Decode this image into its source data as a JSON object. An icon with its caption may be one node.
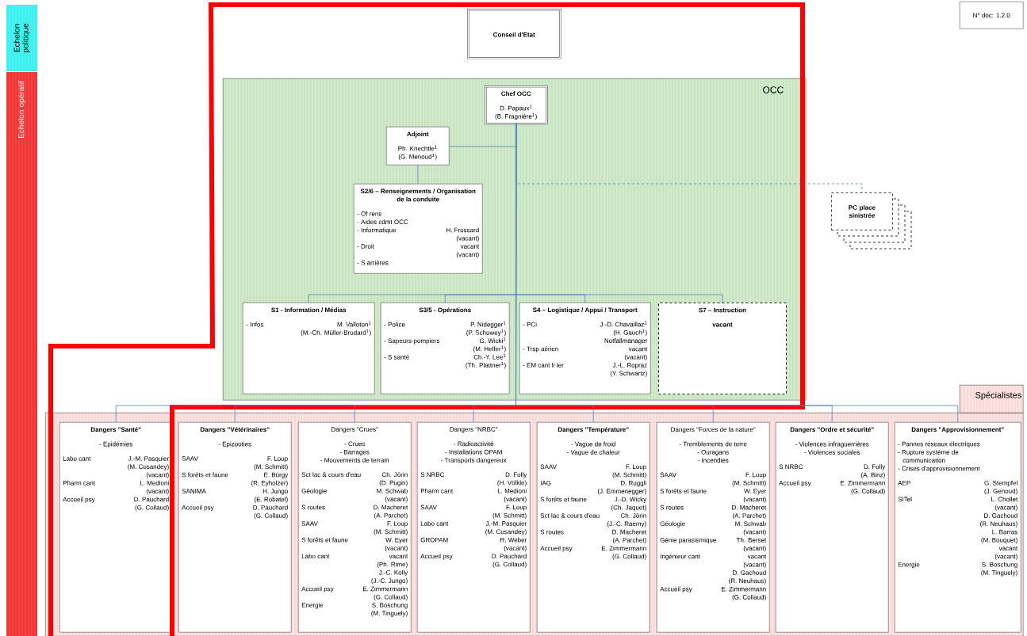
{
  "diagram": {
    "nodes": [
      {
        "text": [
          "Echelon politique"
        ]
      },
      {
        "text": [
          "Echelon opératif"
        ]
      },
      {
        "text": [
          "Conseil d'Etat"
        ]
      },
      {
        "text": [
          "N° doc: 1.2.0"
        ]
      },
      {
        "text": [
          "OCC"
        ]
      },
      {
        "text": [
          "Chef OCC",
          "D. Papaux$^{1}$",
          "(B. Fragnière$^{1}$)"
        ],
        "in": 4
      },
      {
        "text": [
          "Adjoint",
          "Ph. Knechtle$^{1}$",
          "(G. Menoud$^{1}$)"
        ],
        "in": 4
      },
      {
        "text": [
          "S2/6 – Renseignements / Organisation de la conduite",
          "- Of rens",
          "- Aides cdmt OCC",
          "- Informatique",
          "H. Frossard",
          "(vacant)",
          "- Droit",
          "vacant",
          "(vacant)",
          "- S arrières"
        ],
        "in": 4
      },
      {
        "text": [
          "PC place sinistrée"
        ]
      },
      {
        "text": [
          "S1 - Information / Médias",
          "- Infos",
          "M. Valloton$^{1}$",
          "(M.-Ch. Müller-Brodard$^{1}$)"
        ],
        "in": 4
      },
      {
        "text": [
          "S3/5 - Opérations",
          "- Police",
          "P. Nidegger$^{1}$",
          "(P. Schuwey$^{1}$)",
          "- Sapeurs-pompiers",
          "G. Wicki$^{1}$",
          "(M. Helfer$^{1}$)",
          "- S santé",
          "Ch.-Y. Lee$^{1}$",
          "(Th. Plattner$^{1}$)"
        ],
        "in": 4
      },
      {
        "text": [
          "S4 – Logistique / Appui / Transport",
          "- PCi",
          "J.-D. Chavaillaz$^{1}$",
          "(H. Gauch$^{1}$)",
          "Notfallmanager",
          "- Trsp aérien",
          "vacant",
          "(vacant)",
          "- EM cant li ter",
          "J.-L. Ropraz",
          "(Y. Schwartz)"
        ],
        "in": 4
      },
      {
        "text": [
          "S7 – Instruction",
          "vacant"
        ],
        "in": 4
      },
      {
        "text": [
          "Spécialistes"
        ]
      },
      {
        "text": [
          "Dangers \"Santé\"",
          "- Epidémies",
          "Labo cant",
          "J.-M. Pasquier",
          "(M. Cosandey)",
          "(vacant)",
          "Pharm cant",
          "L. Medioni",
          "(vacant)",
          "Accueil psy",
          "D. Pauchard",
          "(G. Collaud)"
        ],
        "in": 13
      },
      {
        "text": [
          "Dangers \"Vétérinaires\"",
          "- Epizooties",
          "SAAV",
          "F. Loup",
          "(M. Schmitt)",
          "S forêts et faune",
          "E. Bürgy",
          "(R. Eyholzer)",
          "SANIMA",
          "H. Jungo",
          "(E. Robatel)",
          "Accueil psy",
          "D. Pauchard",
          "(G. Collaud)"
        ],
        "in": 13
      },
      {
        "text": [
          "Dangers \"Crues\"",
          "- Crues",
          "- Barrages",
          "- Mouvements de terrain",
          "Sct lac & cours d'eau",
          "Ch. Jörin",
          "(D. Pugin)",
          "Géologie",
          "M. Schwab",
          "(vacant)",
          "S routes",
          "D. Macheret",
          "(A. Parchet)",
          "SAAV",
          "F. Loup",
          "(M. Schmitt)",
          "S forêts et faune",
          "W. Eyer",
          "(vacant)",
          "Labo cant",
          "vacant",
          "(Ph. Rime)",
          "J.-C. Kolly",
          "(J.-C. Jungo)",
          "Accueil psy",
          "E. Zimmermann",
          "(G. Collaud)",
          "Energie",
          "S. Boschung",
          "(M. Tinguely)"
        ],
        "in": 13
      },
      {
        "text": [
          "Dangers \"NRBC\"",
          "- Radioactivité",
          "- Installations OPAM",
          "- Transports dangereux",
          "S NRBC",
          "D. Folly",
          "(H. Völkle)",
          "Pharm cant",
          "L. Medioni",
          "(vacant)",
          "SAAV",
          "F. Loup",
          "(M. Schmitt)",
          "Labo cant",
          "J.-M. Pasquier",
          "(M. Cosandey)",
          "GROPAM",
          "R. Weber",
          "(vacant)",
          "Accueil psy",
          "D. Pauchard",
          "(G. Collaud)"
        ],
        "in": 13
      },
      {
        "text": [
          "Dangers \"Température\"",
          "- Vague de froid",
          "- Vague de chaleur",
          "SAAV",
          "F. Loup",
          "(M. Schmitt)",
          "IAG",
          "D. Ruggli",
          "(J. Emmenegger)",
          "S forêts et faune",
          "J.-D. Wicky",
          "(Ch. Jaquet)",
          "Sct lac & cours d'eau",
          "Ch. Jörin",
          "(J.-C. Raemy)",
          "S routes",
          "D. Macheret",
          "(A. Parchet)",
          "Accueil psy",
          "E. Zimmermann",
          "(G. Collaud)"
        ],
        "in": 13
      },
      {
        "text": [
          "Dangers \"Forces de la nature\"",
          "- Tremblements de terre",
          "- Ouragans",
          "- Incendies",
          "SAAV",
          "F. Loup",
          "(M. Schmitt)",
          "S forêts et faune",
          "W. Eyer",
          "(vacant)",
          "S routes",
          "D. Macheret",
          "(A. Parchet)",
          "Géologie",
          "M. Schwab",
          "(vacant)",
          "Génie parasismique",
          "Th. Berset",
          "(vacant)",
          "Ingénieur cant",
          "vacant",
          "(vacant)",
          "D. Gachoud",
          "(R. Neuhaus)",
          "Accueil psy",
          "E. Zimmermann",
          "(G. Collaud)"
        ],
        "in": 13
      },
      {
        "text": [
          "Dangers \"Ordre et sécurité\"",
          "- Violences infraguerrières",
          "- Violences sociales",
          "S NRBC",
          "D. Folly",
          "(A. Binz)",
          "Accueil psy",
          "E. Zimmermann",
          "(G. Collaud)"
        ],
        "in": 13
      },
      {
        "text": [
          "Dangers \"Approvisionnement\"",
          "- Pannes réseaux électriques",
          "- Rupture système de communication",
          "- Crises d'approvisionnement",
          "AEP",
          "G. Stempfel",
          "(J. Genoud)",
          "SITel",
          "L. Chollet",
          "(vacant)",
          "D. Gachoud",
          "(R. Neuhaus)",
          "L. Barras",
          "(M. Bouquet)",
          "vacant",
          "(vacant)",
          "Energie",
          "S. Boschung",
          "(M. Tinguely)"
        ],
        "in": 13
      }
    ],
    "edges": [
      {
        "from": 5,
        "to": 6,
        "arrow": "none"
      },
      {
        "from": 6,
        "to": 7,
        "arrow": "none"
      },
      {
        "from": 5,
        "to": 8,
        "arrow": "none",
        "style": "dashed"
      },
      {
        "from": 5,
        "to": 9,
        "arrow": "none"
      },
      {
        "from": 5,
        "to": 10,
        "arrow": "none"
      },
      {
        "from": 5,
        "to": 11,
        "arrow": "none"
      },
      {
        "from": 5,
        "to": 12,
        "arrow": "none"
      },
      {
        "from": 5,
        "to": 14,
        "arrow": "none"
      },
      {
        "from": 5,
        "to": 15,
        "arrow": "none"
      },
      {
        "from": 5,
        "to": 16,
        "arrow": "none"
      },
      {
        "from": 5,
        "to": 17,
        "arrow": "none"
      },
      {
        "from": 5,
        "to": 18,
        "arrow": "none"
      },
      {
        "from": 5,
        "to": 19,
        "arrow": "none"
      },
      {
        "from": 5,
        "to": 20,
        "arrow": "none"
      },
      {
        "from": 5,
        "to": 21,
        "arrow": "none"
      }
    ]
  }
}
